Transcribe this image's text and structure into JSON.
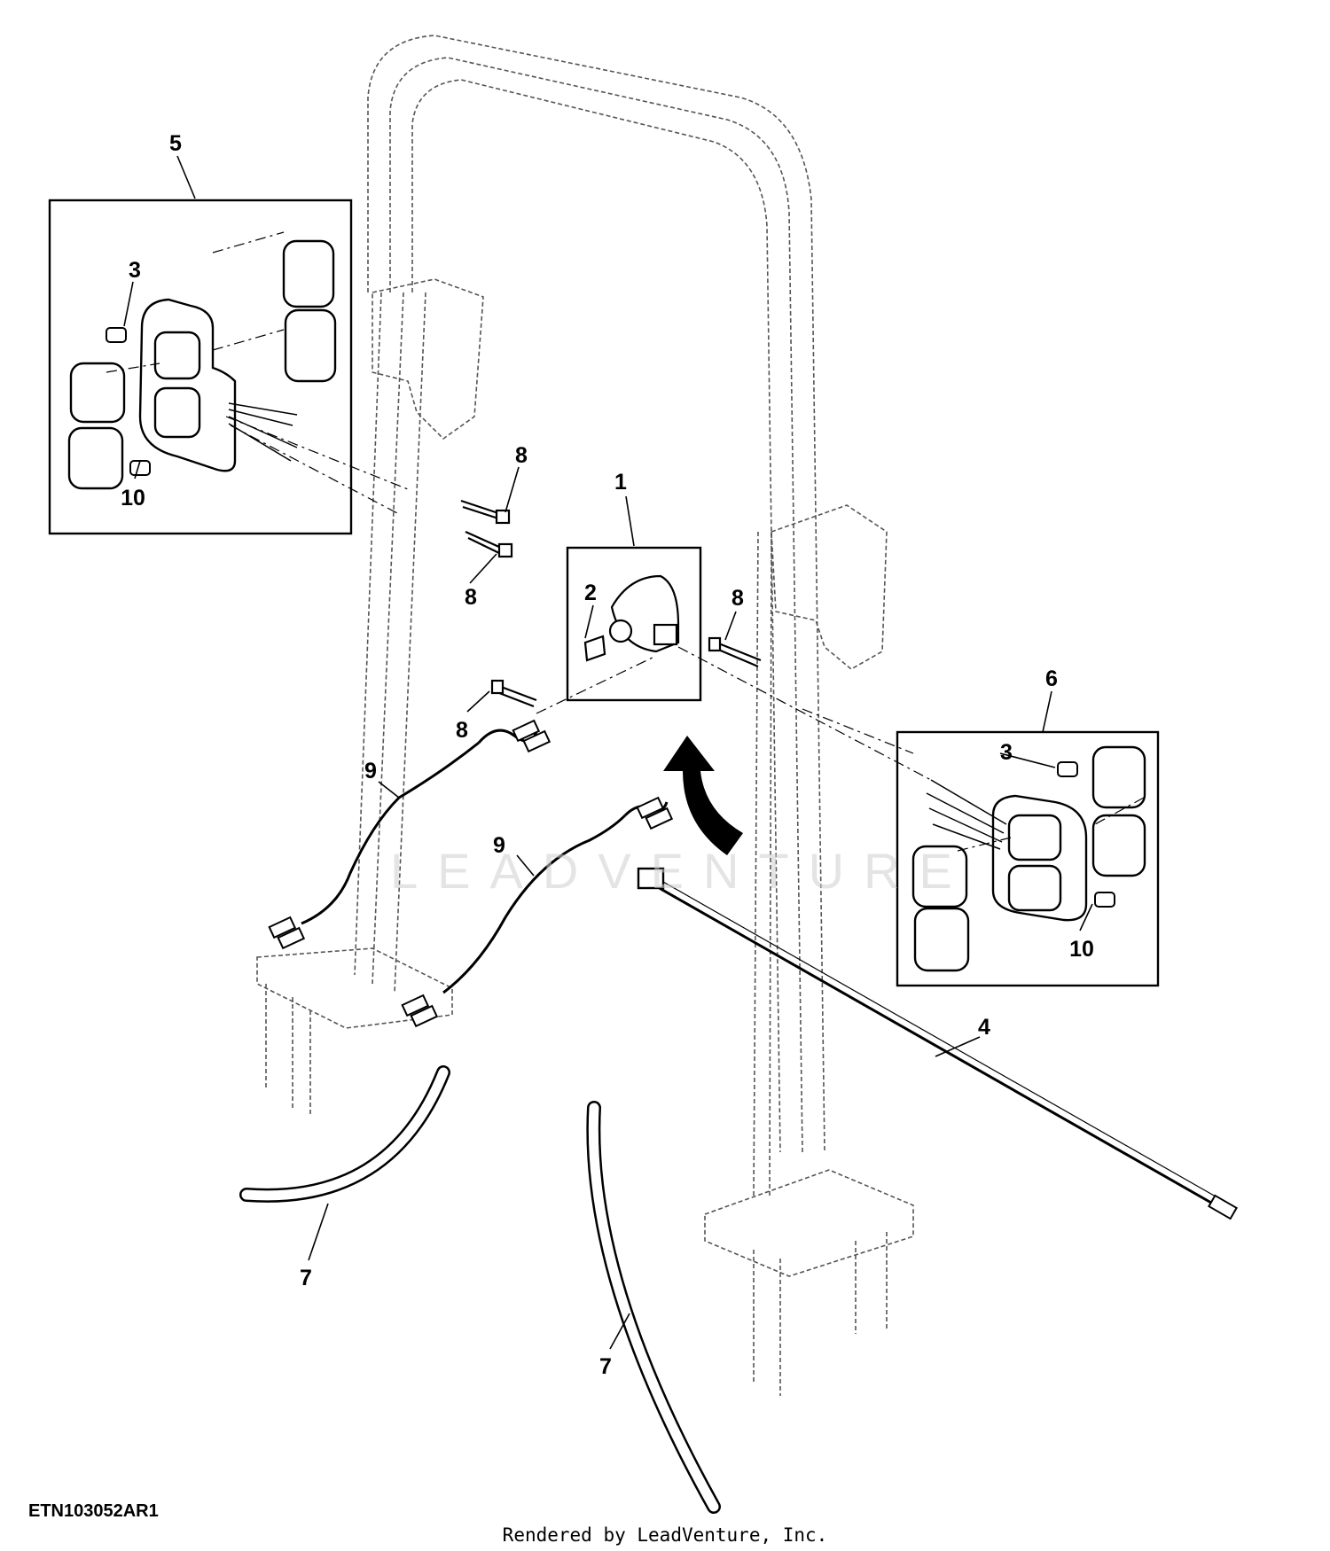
{
  "diagram": {
    "callouts": [
      "1",
      "2",
      "3",
      "3",
      "4",
      "5",
      "6",
      "7",
      "7",
      "8",
      "8",
      "8",
      "8",
      "9",
      "9",
      "10",
      "10"
    ],
    "figure_id": "ETN103052AR1",
    "credit": "Rendered by LeadVenture, Inc.",
    "watermark": "LEADVENTURE"
  },
  "colors": {
    "ink": "#000000",
    "phantom": "#555555",
    "watermark": "#cfcfcf"
  }
}
